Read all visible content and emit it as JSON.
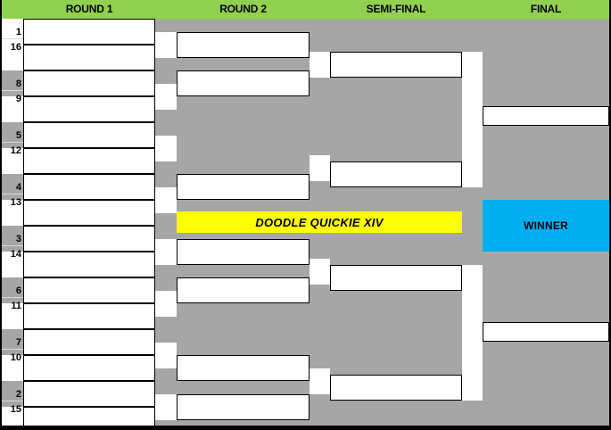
{
  "bracket": {
    "title": "DOODLE QUICKIE XIV",
    "winner_label": "WINNER",
    "colors": {
      "header_green": "#92D050",
      "background_gray": "#A6A6A6",
      "banner_yellow": "#FFFF00",
      "winner_blue": "#00AEEF",
      "box_white": "#FFFFFF",
      "border_black": "#000000"
    },
    "headers": [
      {
        "label": "ROUND 1"
      },
      {
        "label": "ROUND 2"
      },
      {
        "label": "SEMI-FINAL"
      },
      {
        "label": "FINAL"
      }
    ],
    "seeds": [
      {
        "number": "1"
      },
      {
        "number": "16"
      },
      {
        "number": "8"
      },
      {
        "number": "9"
      },
      {
        "number": "5"
      },
      {
        "number": "12"
      },
      {
        "number": "4"
      },
      {
        "number": "13"
      },
      {
        "number": "3"
      },
      {
        "number": "14"
      },
      {
        "number": "6"
      },
      {
        "number": "11"
      },
      {
        "number": "7"
      },
      {
        "number": "10"
      },
      {
        "number": "2"
      },
      {
        "number": "15"
      }
    ],
    "rounds": {
      "round1": {
        "label": "ROUND 1",
        "slots": [
          "",
          "",
          "",
          "",
          "",
          "",
          "",
          "",
          "",
          "",
          "",
          "",
          "",
          "",
          "",
          ""
        ]
      },
      "round2": {
        "label": "ROUND 2",
        "slots": [
          "",
          "",
          "",
          "",
          "",
          "",
          "",
          ""
        ]
      },
      "semifinal": {
        "label": "SEMI-FINAL",
        "slots": [
          "",
          "",
          "",
          ""
        ]
      },
      "final": {
        "label": "FINAL",
        "slots": [
          "",
          ""
        ]
      }
    }
  }
}
